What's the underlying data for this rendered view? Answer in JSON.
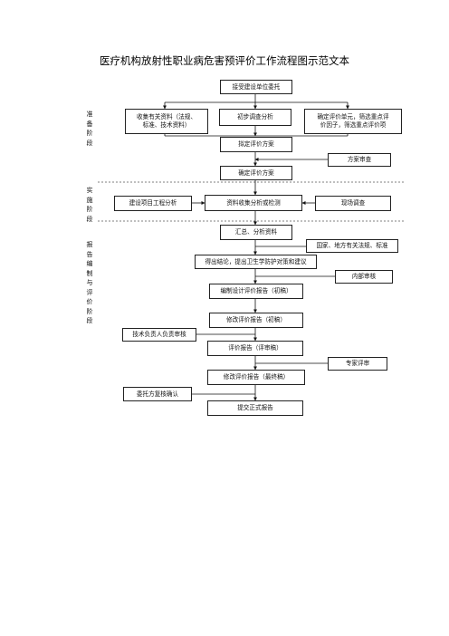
{
  "title": "医疗机构放射性职业病危害预评价工作流程图示范文本",
  "stages": {
    "prepare": "准\n备\n阶\n段",
    "implement": "实\n施\n阶\n段",
    "report": "报\n告\n编\n制\n与\n评\n价\n阶\n段"
  },
  "boxes": {
    "accept": "接受建设单位委托",
    "collect": "收集有关资料（法规、\n标准、技术资料）",
    "survey": "初步调查分析",
    "determine_units": "确定评价单元，筛选重点评\n价因子，筛选重点评价项",
    "draft_plan": "拟定评价方案",
    "plan_review": "方案审查",
    "confirm_plan": "确定评价方案",
    "project_analysis": "建设项目工程分析",
    "data_collection": "资料收集分析或检测",
    "site_survey": "现场调查",
    "summary": "汇总、分析资料",
    "regulations": "国家、地方有关法规、标准",
    "conclusion": "得出结论，提出卫生学防护对策和建议",
    "internal_review": "内部审核",
    "draft_report": "编制设计评价报告（初稿）",
    "revise_initial": "修改评价报告（初稿）",
    "tech_review": "技术负责人负责审核",
    "review_report": "评价报告（评审稿）",
    "expert_review": "专家评审",
    "revise_final": "修改评价报告（最终稿）",
    "client_confirm": "委托方复核确认",
    "submit": "提交正式报告"
  }
}
